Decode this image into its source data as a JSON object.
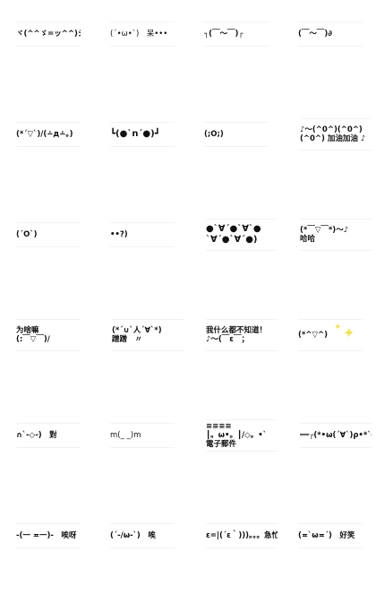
{
  "stickers": [
    {
      "line1": "ヾ(^^ゞ=ッ^^)シ",
      "line2": ""
    },
    {
      "line1": "(´•ω•`)　呆•••",
      "line2": ""
    },
    {
      "line1": "┐(￣～￣)┌",
      "line2": ""
    },
    {
      "line1": "(￣～￣)∂",
      "line2": ""
    },
    {
      "line1": "(*´▽`)/(∸д∸。)",
      "line2": ""
    },
    {
      "line1": "┗(●`n´●)┛",
      "line2": ""
    },
    {
      "line1": "(;O;)",
      "line2": ""
    },
    {
      "line1": "♪～(^0^)(^0^)",
      "line2": "(^0^) 加油加油 ♪"
    },
    {
      "line1": "(´O`)",
      "line2": ""
    },
    {
      "line1": "••?)",
      "line2": ""
    },
    {
      "line1": "●`∀´●`∀`●",
      "line2": "`∀´●`∀´●)"
    },
    {
      "line1": "(*￣▽￣*)～♪",
      "line2": "哈哈"
    },
    {
      "line1": "为啥嘛",
      "line2": "(:￣▽￣)/"
    },
    {
      "line1": "(*´∪`人´∀`*)",
      "line2": "蹭蹭　〃"
    },
    {
      "line1": "我什么都不知道！",
      "line2": "♪～(￣ε￣；"
    },
    {
      "line1": "(*^▽^)",
      "line2": ""
    },
    {
      "line1": "∩`-◇-)　對",
      "line2": ""
    },
    {
      "line1": "m(_ _)m",
      "line2": ""
    },
    {
      "line1": "≡≡≡≡",
      "line2": "┃。ω•。┃/◇。•`",
      "line3": "電子郵件"
    },
    {
      "line1": "══┌(*•ω(´∀`)ρ•*`══",
      "line2": ""
    },
    {
      "line1": "-(一 ≖一)-　唉呀",
      "line2": ""
    },
    {
      "line1": "(´-/ω-`)　唉",
      "line2": ""
    },
    {
      "line1": "ε=|(´ε｀)))。。。急忙",
      "line2": ""
    },
    {
      "line1": "(≖`ω≖´)　好笑",
      "line2": ""
    }
  ],
  "icons": {
    "sparkle": "✦",
    "sparkle_color": "#f2e25a"
  }
}
